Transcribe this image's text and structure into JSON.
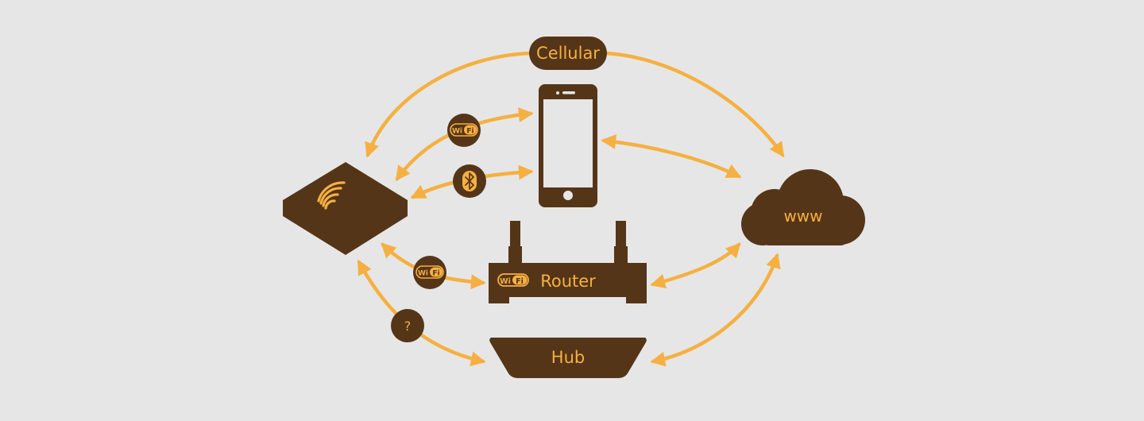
{
  "colors": {
    "background": "#e6e6e6",
    "node_fill": "#553518",
    "accent": "#f5b041"
  },
  "nodes": {
    "cellular": {
      "label": "Cellular"
    },
    "phone": {
      "icon": "smartphone-icon"
    },
    "device": {
      "icon": "wifi-signal-icon"
    },
    "router": {
      "label": "Router",
      "badge": "Wi Fi"
    },
    "hub": {
      "label": "Hub"
    },
    "cloud": {
      "label": "www"
    }
  },
  "badges": {
    "wifi_phone": {
      "icon": "wifi-logo-icon",
      "text": "Wi Fi"
    },
    "bluetooth": {
      "icon": "bluetooth-icon"
    },
    "wifi_router": {
      "icon": "wifi-logo-icon",
      "text": "Wi Fi"
    },
    "unknown": {
      "text": "?"
    }
  },
  "connections": [
    {
      "from": "device",
      "to": "cloud",
      "via": "Cellular"
    },
    {
      "from": "device",
      "to": "phone",
      "via": "Wi Fi"
    },
    {
      "from": "device",
      "to": "phone",
      "via": "Bluetooth"
    },
    {
      "from": "phone",
      "to": "cloud"
    },
    {
      "from": "device",
      "to": "router",
      "via": "Wi Fi"
    },
    {
      "from": "router",
      "to": "cloud"
    },
    {
      "from": "device",
      "to": "hub",
      "via": "?"
    },
    {
      "from": "hub",
      "to": "cloud"
    }
  ]
}
